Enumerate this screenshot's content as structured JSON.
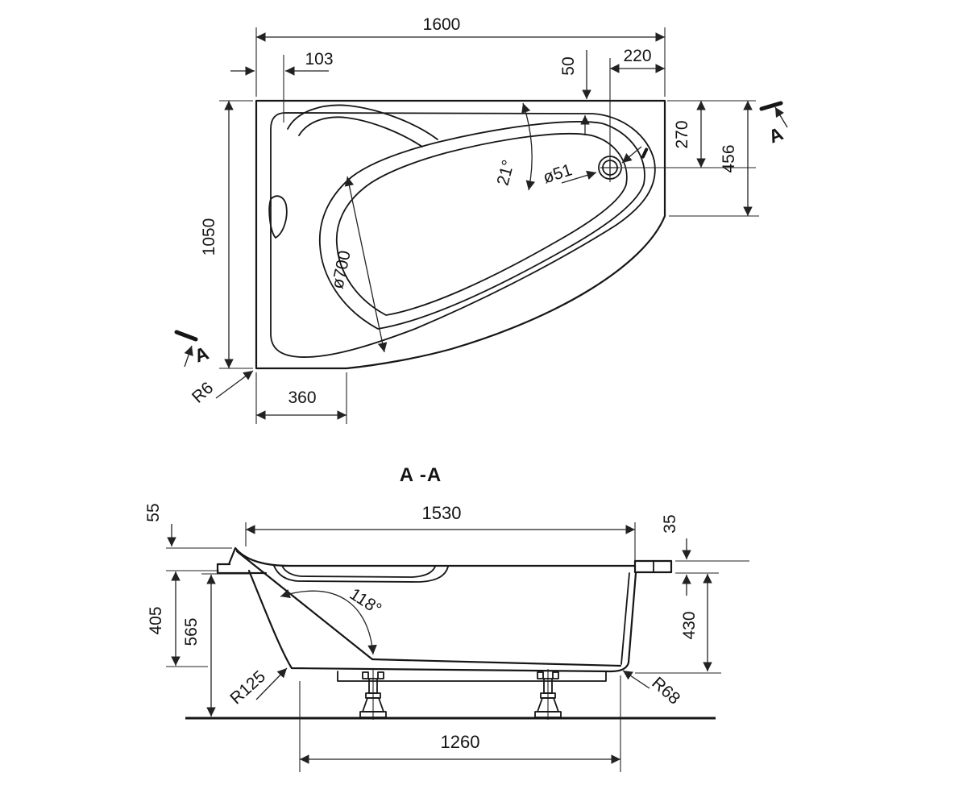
{
  "colors": {
    "line": "#161616",
    "background": "#ffffff"
  },
  "plan": {
    "labels": {
      "total_width": "1600",
      "offset_left": "103",
      "rim_gap": "50",
      "offset_right": "220",
      "drain_drop": "270",
      "right_edge": "456",
      "total_depth": "1050",
      "bottom_edge": "360",
      "corner_radius": "R6",
      "basin_diameter": "ø700",
      "drain_diameter": "ø51",
      "basin_angle": "21°",
      "section_marker_top": "A",
      "section_marker_bottom": "A"
    }
  },
  "section": {
    "title": "A -A",
    "labels": {
      "top_length": "1530",
      "rim_left_height": "55",
      "inner_depth": "405",
      "left_height": "565",
      "rim_right_height": "35",
      "right_height": "430",
      "wall_angle": "118°",
      "radius_left": "R125",
      "radius_right": "R68",
      "base_length": "1260"
    }
  }
}
